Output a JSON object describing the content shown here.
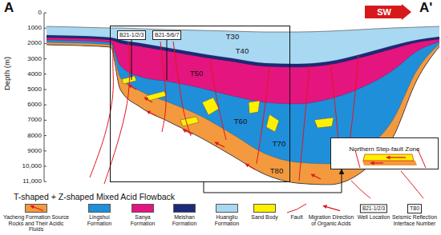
{
  "diagram": {
    "nodes": [
      {
        "text": [
          "SW"
        ]
      },
      {
        "text": [
          "T-shaped + Z-shaped Mixed Acid Flowback"
        ]
      },
      {
        "text": [
          "B21-1/2/3"
        ],
        "in": 1
      },
      {
        "text": [
          "B21-5/6/7"
        ],
        "in": 1
      },
      {
        "text": [
          "Northern Step-fault Zone"
        ]
      }
    ],
    "edges": [
      {
        "from": 1,
        "to": 4,
        "arrow": "to"
      }
    ],
    "labels": [
      "A",
      "A'",
      "Depth (m)",
      "0",
      "1000",
      "2000",
      "3000",
      "4000",
      "5000",
      "6000",
      "7000",
      "8000",
      "9000",
      "10,000",
      "11,000",
      "T30",
      "T40",
      "T50",
      "T60",
      "T70",
      "T80",
      "B21-1/2/3",
      "T80"
    ],
    "legend": [
      {
        "text": "Yacheng Formation Source Rocks and Their Acidic Fluids",
        "color": "#f39a3e"
      },
      {
        "text": "Lingshui Formation",
        "color": "#1f8fda"
      },
      {
        "text": "Sanya Formation",
        "color": "#e4157f"
      },
      {
        "text": "Meishan Formation",
        "color": "#1b2a7a"
      },
      {
        "text": "Huangliu Formation",
        "color": "#a8d8f2"
      },
      {
        "text": "Sand Body",
        "color": "#fff000"
      },
      {
        "text": "Fault"
      },
      {
        "text": "Migration Direction of Organic Acids"
      },
      {
        "text": "Well Location"
      },
      {
        "text": "Seismic Reflection Interface Number"
      }
    ]
  }
}
